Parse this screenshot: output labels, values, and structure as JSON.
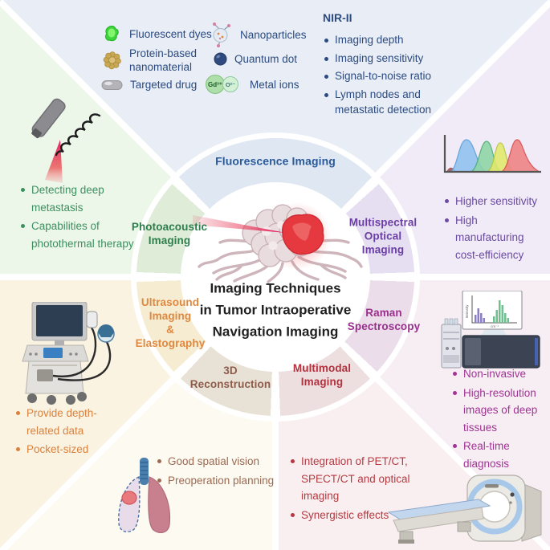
{
  "legend": {
    "items": [
      {
        "label": "Fluorescent dyes"
      },
      {
        "label": "Protein-based\nnanomaterial"
      },
      {
        "label": "Targeted drug"
      },
      {
        "label": "Nanoparticles"
      },
      {
        "label": "Quantum dot"
      },
      {
        "label": "Metal ions"
      }
    ],
    "metal_ion_1": "Gd³⁺",
    "metal_ion_2": "O²⁻",
    "nir2_title": "NIR-II",
    "nir2_bullets": [
      "Imaging depth",
      "Imaging sensitivity",
      "Signal-to-noise ratio",
      "Lymph nodes and metastatic detection"
    ]
  },
  "wheel": {
    "center_title": "Imaging Techniques\nin Tumor Intraoperative\nNavigation Imaging",
    "segments": [
      {
        "id": "fluorescence",
        "label": "Fluorescence Imaging",
        "text_color": "#2a5a9b",
        "wedge_color": "#dfe8f2"
      },
      {
        "id": "multispectral",
        "label": "Multispectral\nOptical\nImaging",
        "text_color": "#6b3fa3",
        "wedge_color": "#e6def1"
      },
      {
        "id": "raman",
        "label": "Raman\nSpectroscopy",
        "text_color": "#99308d",
        "wedge_color": "#ebdeea"
      },
      {
        "id": "multimodal",
        "label": "Multimodal\nImaging",
        "text_color": "#b03340",
        "wedge_color": "#eddfdf"
      },
      {
        "id": "reconstruction3d",
        "label": "3D\nReconstruction",
        "text_color": "#8d5b49",
        "wedge_color": "#e8e1d6"
      },
      {
        "id": "ultrasound",
        "label": "Ultrasound\nImaging\n&\nElastography",
        "text_color": "#e0883f",
        "wedge_color": "#f5ecd2"
      },
      {
        "id": "photoacoustic",
        "label": "Photoacoustic\nImaging",
        "text_color": "#2e7d4d",
        "wedge_color": "#deecd8"
      }
    ]
  },
  "sections": {
    "photoacoustic": {
      "color": "#3c9060",
      "bullets": [
        "Detecting deep metastasis",
        "Capabilities of photothermal therapy"
      ]
    },
    "multispectral": {
      "color": "#6b4aa0",
      "bullets": [
        "Higher sensitivity",
        "High manufacturing cost-efficiency"
      ]
    },
    "ultrasound": {
      "color": "#d9823f",
      "bullets": [
        "Provide depth-related data",
        "Pocket-sized"
      ]
    },
    "raman": {
      "color": "#a13394",
      "bullets": [
        "Non-invasive",
        "High-resolution images of deep tissues",
        "Real-time diagnosis"
      ],
      "chart_ylabel": "Intensity",
      "chart_xlabel": "cm⁻¹"
    },
    "reconstruction3d": {
      "color": "#9c6a52",
      "bullets": [
        "Good spatial vision",
        "Preoperation planning"
      ]
    },
    "multimodal": {
      "color": "#b43a42",
      "bullets": [
        "Integration of PET/CT, SPECT/CT and optical imaging",
        "Synergistic effects"
      ]
    }
  }
}
